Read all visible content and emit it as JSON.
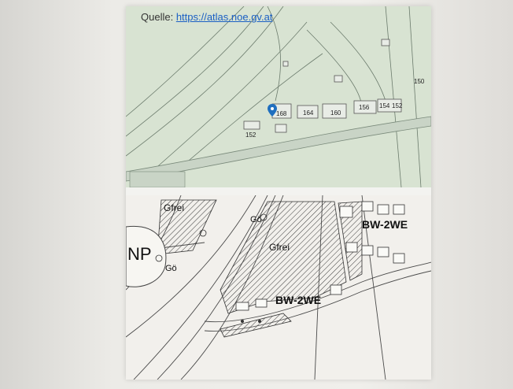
{
  "source": {
    "prefix": "Quelle: ",
    "link": "https://atlas.noe.gv.at"
  },
  "top_map": {
    "parcel_numbers": [
      "168",
      "164",
      "160",
      "156",
      "154",
      "152",
      "150",
      "152"
    ],
    "marker_icon": "location-pin-icon",
    "colors": {
      "ground": "#d8e3d2",
      "lines": "#6b7b6c",
      "road": "#b9c7b7",
      "marker": "#1f6fbf"
    }
  },
  "bottom_map": {
    "zones": {
      "np": "NP",
      "gfrei_left": "Gfrei",
      "gfrei_center": "Gfrei",
      "go_left": "Gö",
      "go_top": "Gö",
      "bw_top": "BW-2WE",
      "bw_bottom": "BW-2WE"
    },
    "colors": {
      "ground": "#f2f0ec",
      "hatch": "#3b3b3b",
      "lines": "#4a4a4a",
      "red_text": "#c0413a"
    }
  }
}
